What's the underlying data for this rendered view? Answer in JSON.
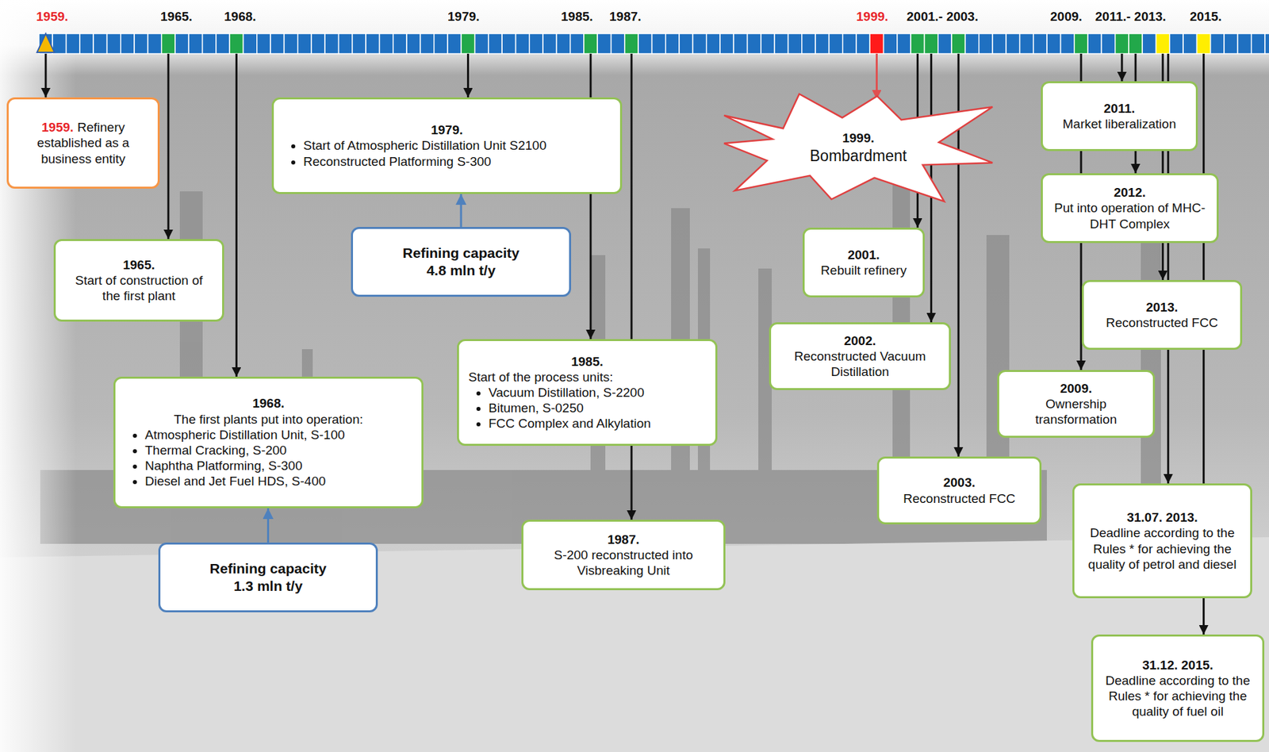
{
  "diagram": {
    "nodes": [
      {
        "text": [
          "1959.",
          "Refinery established as a business entity"
        ]
      },
      {
        "text": [
          "1965.",
          "Start of construction of the first plant"
        ]
      },
      {
        "text": [
          "1968.",
          "The first plants put into operation:",
          "Atmospheric Distillation Unit, S-100",
          "Thermal Cracking, S-200",
          "Naphtha Platforming, S-300",
          "Diesel and Jet Fuel HDS, S-400"
        ]
      },
      {
        "text": [
          "Refining capacity",
          "1.3 mln t/y"
        ]
      },
      {
        "text": [
          "1979.",
          "Start of Atmospheric Distillation Unit S2100",
          "Reconstructed Platforming S-300"
        ]
      },
      {
        "text": [
          "Refining capacity",
          "4.8 mln t/y"
        ]
      },
      {
        "text": [
          "1985.",
          "Start of the process units:",
          "Vacuum Distillation, S-2200",
          "Bitumen, S-0250",
          "FCC Complex and Alkylation"
        ]
      },
      {
        "text": [
          "1987.",
          "S-200 reconstructed into Visbreaking Unit"
        ]
      },
      {
        "text": [
          "1999.",
          "Bombardment"
        ]
      },
      {
        "text": [
          "2001.",
          "Rebuilt refinery"
        ]
      },
      {
        "text": [
          "2002.",
          "Reconstructed Vacuum Distillation"
        ]
      },
      {
        "text": [
          "2003.",
          "Reconstructed FCC"
        ]
      },
      {
        "text": [
          "2009.",
          "Ownership transformation"
        ]
      },
      {
        "text": [
          "2011.",
          "Market liberalization"
        ]
      },
      {
        "text": [
          "2012.",
          "Put into operation of MHC-DHT Complex"
        ]
      },
      {
        "text": [
          "2013.",
          "Reconstructed FCC"
        ]
      },
      {
        "text": [
          "31.07. 2013.",
          "Deadline according to the Rules * for achieving the quality of petrol and diesel"
        ]
      },
      {
        "text": [
          "31.12. 2015.",
          "Deadline according to the Rules * for achieving the quality of fuel oil"
        ]
      }
    ],
    "edges": [
      {
        "from": 3,
        "to": 2,
        "arrow": "to"
      },
      {
        "from": 5,
        "to": 4,
        "arrow": "to"
      }
    ],
    "labels": [
      "1959.",
      "1965.",
      "1968.",
      "1979.",
      "1985.",
      "1987.",
      "1999.",
      "2001.- 2003.",
      "2009.",
      "2011.- 2013.",
      "2015."
    ]
  }
}
